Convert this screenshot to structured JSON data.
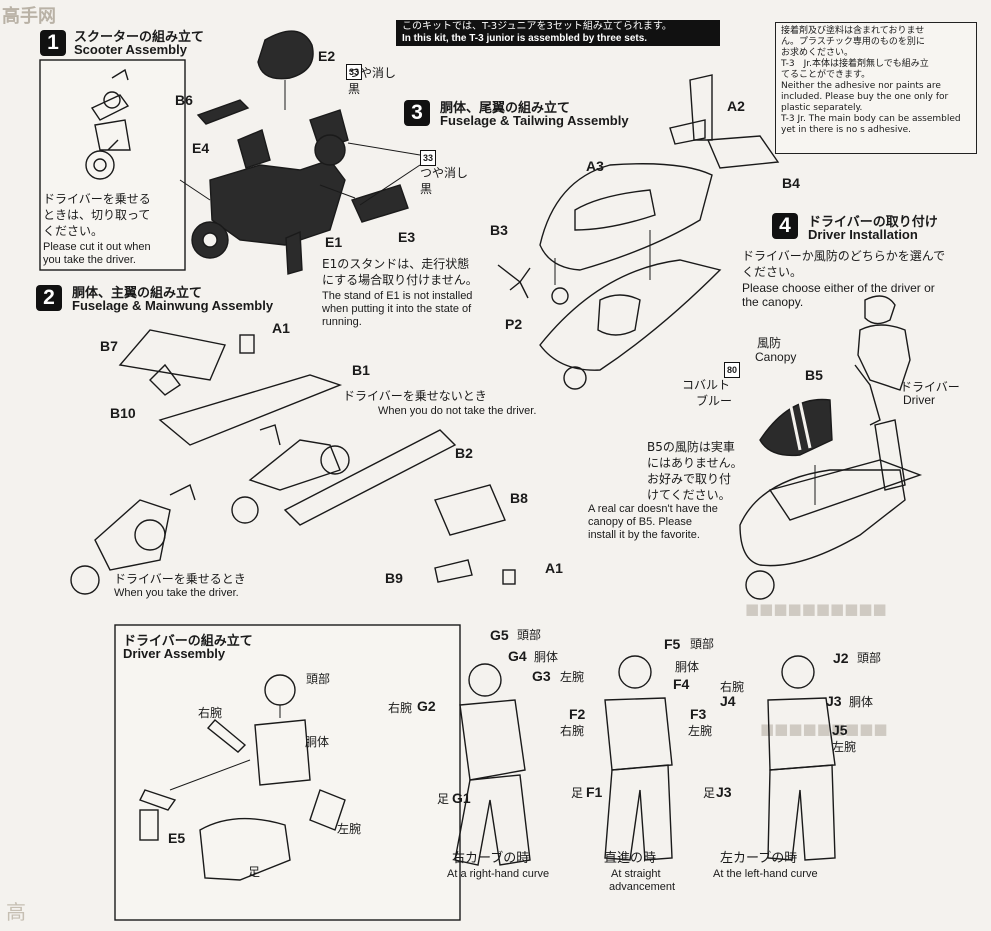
{
  "watermark": {
    "logo": "高手网",
    "bottom": "高"
  },
  "banner": {
    "line1": "このキットでは、T-3ジュニアを3セット組み立てられます。",
    "line2": "In this kit, the T-3 junior is assembled by three sets."
  },
  "note": {
    "lines": [
      "接着剤及び塗料は含まれておりませ",
      "ん。プラスチック専用のものを別に",
      "お求めください。",
      "T-3　Jr.本体は接着剤無しでも組み立",
      "てることができます。",
      "Neither the adhesive nor paints are",
      "included. Please buy the one only for",
      "plastic separately.",
      "T-3 Jr. The main body can be assembled",
      "yet in there is no s adhesive."
    ]
  },
  "step1": {
    "num": "1",
    "title_jp": "スクーターの組み立て",
    "title_en": "Scooter Assembly",
    "inset_jp1": "ドライバーを乗せる",
    "inset_jp2": "ときは、切り取って",
    "inset_jp3": "ください。",
    "inset_en1": "Please cut it out when",
    "inset_en2": "you take the driver.",
    "paint_code1": "33",
    "paint1_jp1": "つや消し",
    "paint1_jp2": "黒",
    "paint_code2": "33",
    "paint2_jp1": "つや消し",
    "paint2_jp2": "黒",
    "e1_note_jp1": "E1のスタンドは、走行状態",
    "e1_note_jp2": "にする場合取り付けません。",
    "e1_note_en1": "The stand of E1 is not installed",
    "e1_note_en2": "when putting it into the state of",
    "e1_note_en3": "running.",
    "parts": {
      "E2": "E2",
      "B6": "B6",
      "E4": "E4",
      "E1": "E1",
      "E3": "E3"
    }
  },
  "step2": {
    "num": "2",
    "title_jp": "胴体、主翼の組み立て",
    "title_en": "Fuselage & Mainwung Assembly",
    "no_driver_jp": "ドライバーを乗せないとき",
    "no_driver_en": "When you do not take the driver.",
    "driver_jp": "ドライバーを乗せるとき",
    "driver_en": "When you take the driver.",
    "parts": {
      "A1": "A1",
      "B7": "B7",
      "B1": "B1",
      "B10": "B10",
      "B2": "B2",
      "B8": "B8",
      "B9": "B9",
      "A1b": "A1"
    }
  },
  "step3": {
    "num": "3",
    "title_jp": "胴体、尾翼の組み立て",
    "title_en": "Fuselage & Tailwing Assembly",
    "parts": {
      "A2": "A2",
      "B4": "B4",
      "A3": "A3",
      "B3": "B3",
      "P2": "P2"
    }
  },
  "step4": {
    "num": "4",
    "title_jp": "ドライバーの取り付け",
    "title_en": "Driver Installation",
    "choose_jp1": "ドライバーか風防のどちらかを選んで",
    "choose_jp2": "ください。",
    "choose_en1": "Please choose either of the driver or",
    "choose_en2": "the canopy.",
    "canopy_jp": "風防",
    "canopy_en": "Canopy",
    "paint_code": "80",
    "paint_jp1": "コバルト",
    "paint_jp2": "ブルー",
    "driver_jp": "ドライバー",
    "driver_en": "Driver",
    "b5_note_jp1": "B5の風防は実車",
    "b5_note_jp2": "にはありません。",
    "b5_note_jp3": "お好みで取り付",
    "b5_note_jp4": "けてください。",
    "b5_note_en1": "A real car doesn't have the",
    "b5_note_en2": "canopy of B5. Please",
    "b5_note_en3": "install it by the favorite.",
    "parts": {
      "B5": "B5"
    }
  },
  "driver": {
    "title_jp": "ドライバーの組み立て",
    "title_en": "Driver Assembly",
    "head": "頭部",
    "right_arm": "右腕",
    "body": "胴体",
    "left_arm": "左腕",
    "leg": "足",
    "e5": "E5",
    "figures": [
      {
        "caption_jp": "右カーブの時",
        "caption_en1": "At a right-hand curve",
        "caption_en2": "",
        "p_head": "G5",
        "p_body": "G4",
        "p_larm": "G3",
        "p_rarm": "G2",
        "p_leg": "G1",
        "l_head": "頭部",
        "l_body": "胴体",
        "l_larm": "左腕",
        "l_rarm": "右腕",
        "l_leg": "足"
      },
      {
        "caption_jp": "直進の時",
        "caption_en1": "At straight",
        "caption_en2": "advancement",
        "p_head": "F5",
        "p_body": "F4",
        "p_larm": "F3",
        "p_rarm": "F2",
        "p_leg": "F1",
        "l_head": "頭部",
        "l_body": "胴体",
        "l_larm": "左腕",
        "l_rarm": "右腕",
        "l_leg": "足"
      },
      {
        "caption_jp": "左カーブの時",
        "caption_en1": "At the left-hand curve",
        "caption_en2": "",
        "p_head": "J2",
        "p_body": "J3",
        "p_larm": "J5",
        "p_rarm": "J4",
        "p_leg": "J3",
        "l_head": "頭部",
        "l_body": "胴体",
        "l_larm": "左腕",
        "l_rarm": "右腕",
        "l_leg": "足"
      }
    ]
  }
}
